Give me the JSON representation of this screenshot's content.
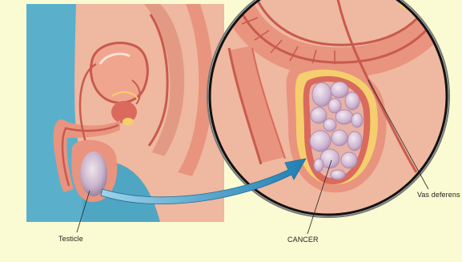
{
  "labels": {
    "testicle": "Testicle",
    "cancer": "CANCER",
    "vas_deferens": "Vas deferens"
  },
  "colors": {
    "page_background": "#fbfbd3",
    "body_background": "#4fa6c2",
    "skin": "#efb8a0",
    "tissue_pink": "#e8947f",
    "tissue_red": "#d96a5d",
    "tubule_red": "#c95a4d",
    "fat_yellow": "#f5cf6d",
    "tumor_lavender": "#cdb4d0",
    "arrow_blue": "#2d8fbf",
    "leader_line": "#222222"
  }
}
